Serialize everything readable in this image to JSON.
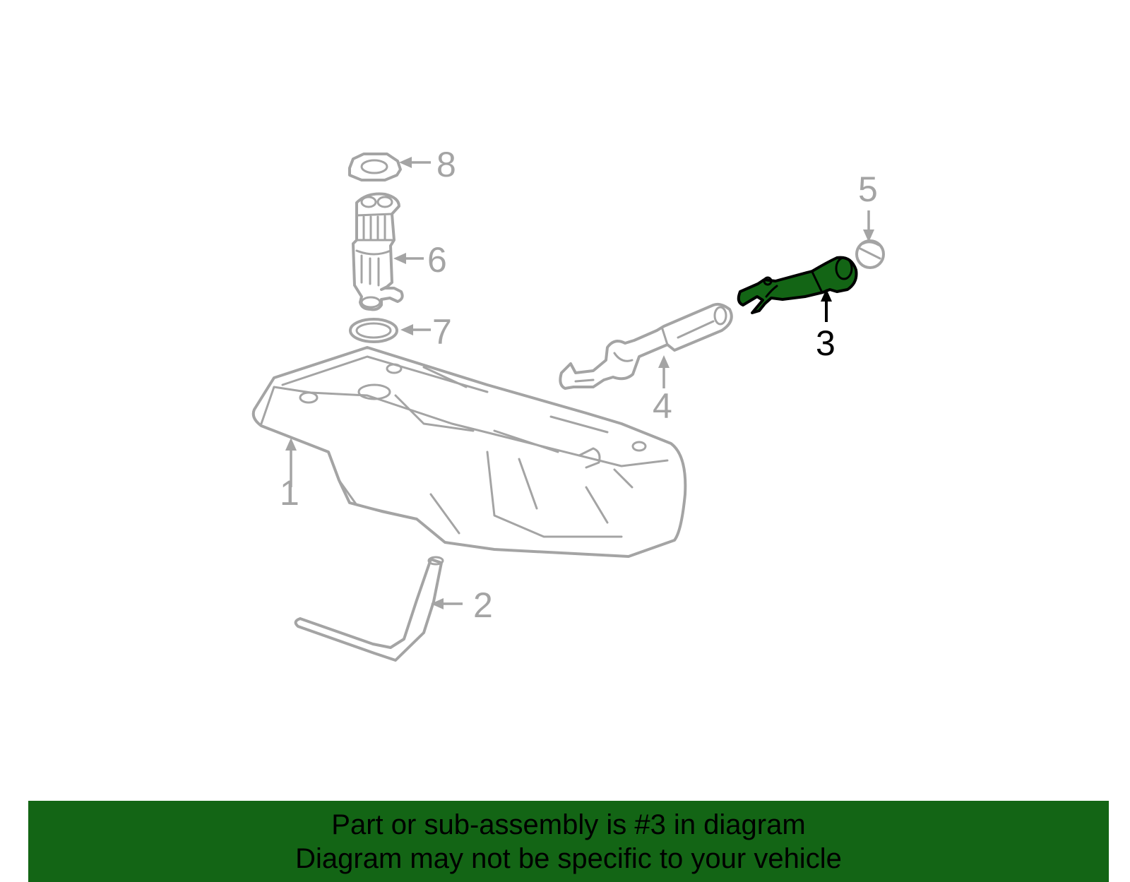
{
  "callouts": {
    "tank": "1",
    "strap": "2",
    "filler_pipe": "3",
    "vent_hose": "4",
    "fuel_cap": "5",
    "fuel_pump": "6",
    "seal": "7",
    "lock_ring": "8"
  },
  "highlight": {
    "part_number": "3",
    "color": "#136515"
  },
  "colors": {
    "line_gray": "#a4a4a4",
    "banner_green": "#136515",
    "text_black": "#000000"
  },
  "banner": {
    "line1": "Part or sub-assembly is #3 in diagram",
    "line2": "Diagram may not be specific to your vehicle"
  }
}
